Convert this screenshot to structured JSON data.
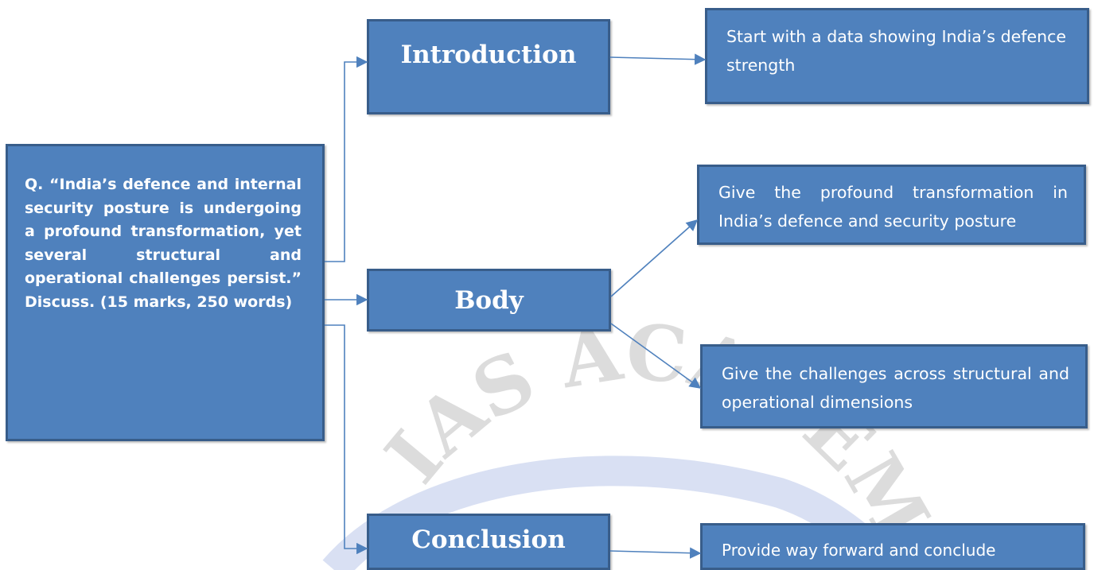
{
  "question": "Q. “India’s defence and internal security posture is undergoing a profound transformation, yet several structural and operational challenges persist.” Discuss. (15 marks, 250 words)",
  "headings": {
    "introduction": "Introduction",
    "body": "Body",
    "conclusion": "Conclusion"
  },
  "notes": {
    "introduction": "Start with a data showing India’s defence strength",
    "body_transformation": "Give the profound transformation in India’s defence and security posture",
    "body_challenges": "Give the challenges across structural and operational dimensions",
    "conclusion": "Provide way forward and conclude"
  },
  "watermark": "IAS ACADEMY",
  "colors": {
    "box_fill": "#4f81bd",
    "box_border": "#385d8a",
    "connector": "#4f81bd",
    "watermark_red": "#f3c3c3",
    "watermark_gray": "#d9d9d9",
    "watermark_blue": "#c9d3ee"
  }
}
